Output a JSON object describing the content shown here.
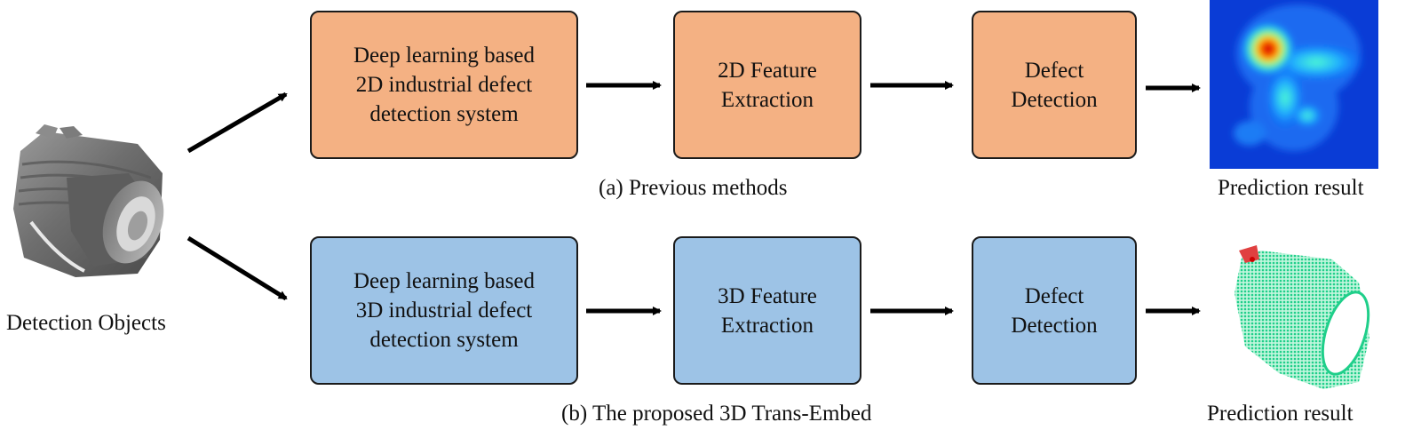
{
  "input": {
    "label": "Detection Objects"
  },
  "rows": [
    {
      "id": "previous",
      "color": "#f4b183",
      "caption": "(a) Previous methods",
      "steps": [
        "Deep learning based\n2D industrial defect\ndetection system",
        "2D Feature\nExtraction",
        "Defect\nDetection"
      ],
      "result_label": "Prediction result"
    },
    {
      "id": "proposed",
      "color": "#9dc3e6",
      "caption": "(b) The proposed 3D Trans-Embed",
      "steps": [
        "Deep learning based\n3D industrial defect\ndetection system",
        "3D Feature\nExtraction",
        "Defect\nDetection"
      ],
      "result_label": "Prediction result"
    }
  ]
}
